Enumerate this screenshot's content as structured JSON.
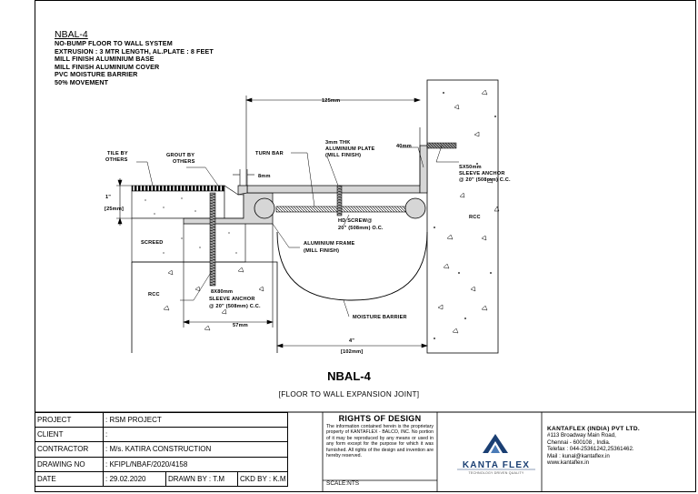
{
  "spec": {
    "code": "NBAL-4",
    "lines": [
      "NO-BUMP FLOOR TO WALL SYSTEM",
      "EXTRUSION : 3 MTR LENGTH, AL.PLATE : 8 FEET",
      "MILL FINISH ALUMINIUM BASE",
      "MILL FINISH ALUMINIUM COVER",
      "PVC MOISTURE BARRIER",
      "50% MOVEMENT"
    ]
  },
  "drawing": {
    "labels": {
      "tile_1": "TILE BY",
      "tile_2": "OTHERS",
      "grout_1": "GROUT BY",
      "grout_2": "OTHERS",
      "turn_bar": "TURN BAR",
      "plate_1": "3mm THK",
      "plate_2": "ALUMINIUM PLATE",
      "plate_3": "(MILL FINISH)",
      "dim_top": "125mm",
      "dim_40": "40mm",
      "dim_8": "8mm",
      "dim_1in_a": "1\"",
      "dim_1in_b": "[25mm]",
      "anchor_r1": "SX50mm",
      "anchor_r2": "SLEEVE ANCHOR",
      "anchor_r3": "@ 20\" (508mm) C.C.",
      "screed": "SCREED",
      "rcc_left": "RCC",
      "rcc_right": "RCC",
      "hd_1": "HD SCREW@",
      "hd_2": "20\" (508mm) O.C.",
      "frame_1": "ALUMINIUM FRAME",
      "frame_2": "(MILL FINISH)",
      "anchor_l1": "8X80mm",
      "anchor_l2": "SLEEVE ANCHOR",
      "anchor_l3": "@ 20\" (508mm) C.C.",
      "dim_57": "57mm",
      "moisture": "MOISTURE BARRIER",
      "dim_4in_a": "4\"",
      "dim_4in_b": "[102mm]"
    }
  },
  "title": {
    "main": "NBAL-4",
    "sub": "[FLOOR TO WALL EXPANSION JOINT]"
  },
  "title_block": {
    "rows": [
      {
        "key": "PROJECT",
        "value": ": RSM PROJECT"
      },
      {
        "key": "CLIENT",
        "value": ":"
      },
      {
        "key": "CONTRACTOR",
        "value": ": M/s. KATIRA CONSTRUCTION"
      },
      {
        "key": "DRAWING NO",
        "value": ": KFIPL/NBAF/2020/4158"
      }
    ],
    "date_key": "DATE",
    "date_value": ": 29.02.2020",
    "drawn_by": "DRAWN BY : T.M",
    "ckd_by": "CKD BY : K.M",
    "rights_heading": "RIGHTS OF DESIGN",
    "rights_text": "The information contained herein is the proprietary property of KANTAFLEX - BALCO, INC. No portion of it may be reproduced by any means or used in any form except for the purpose for which it was furnished. All rights of the design and invention are hereby reserved.",
    "scale": "SCALE:NTS"
  },
  "company": {
    "logo": "KANTA FLEX",
    "logo_tagline": "TECHNOLOGY DRIVEN QUALITY",
    "name": "KANTAFLEX (INDIA) PVT LTD.",
    "address_1": "#113 Broadway Main Road,",
    "address_2": "Chennai - 600108 , India.",
    "telefax": "Telefax : 044-25361242,25361462.",
    "mail": "Mail      : kunal@kantaflex.in",
    "web": "www.kantaflex.in"
  },
  "colors": {
    "logo_blue": "#1a3f73",
    "frame_grey": "#d6d6d6",
    "screw_grey": "#9a9a9a"
  }
}
